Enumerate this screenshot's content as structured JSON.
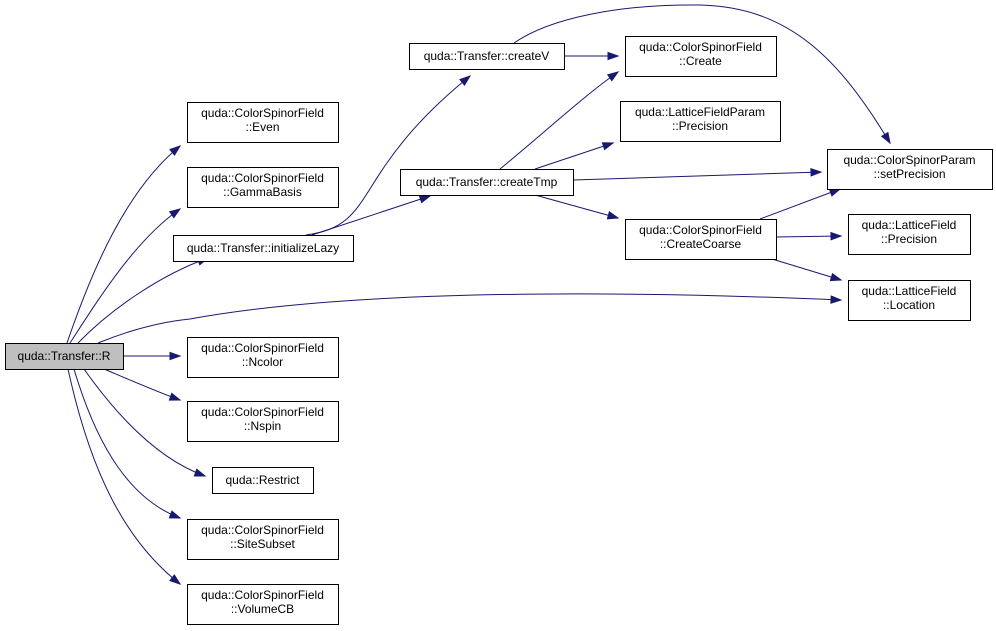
{
  "graph": {
    "nodes": {
      "root": {
        "lines": [
          "quda::Transfer::R"
        ]
      },
      "even": {
        "lines": [
          "quda::ColorSpinorField",
          "::Even"
        ]
      },
      "gamma": {
        "lines": [
          "quda::ColorSpinorField",
          "::GammaBasis"
        ]
      },
      "initLazy": {
        "lines": [
          "quda::Transfer::initializeLazy"
        ]
      },
      "ncolor": {
        "lines": [
          "quda::ColorSpinorField",
          "::Ncolor"
        ]
      },
      "nspin": {
        "lines": [
          "quda::ColorSpinorField",
          "::Nspin"
        ]
      },
      "restrict": {
        "lines": [
          "quda::Restrict"
        ]
      },
      "siteSubset": {
        "lines": [
          "quda::ColorSpinorField",
          "::SiteSubset"
        ]
      },
      "volumeCB": {
        "lines": [
          "quda::ColorSpinorField",
          "::VolumeCB"
        ]
      },
      "createV": {
        "lines": [
          "quda::Transfer::createV"
        ]
      },
      "createTmp": {
        "lines": [
          "quda::Transfer::createTmp"
        ]
      },
      "csfCreate": {
        "lines": [
          "quda::ColorSpinorField",
          "::Create"
        ]
      },
      "lfpPrecision": {
        "lines": [
          "quda::LatticeFieldParam",
          "::Precision"
        ]
      },
      "createCoarse": {
        "lines": [
          "quda::ColorSpinorField",
          "::CreateCoarse"
        ]
      },
      "setPrecision": {
        "lines": [
          "quda::ColorSpinorParam",
          "::setPrecision"
        ]
      },
      "lfPrecision": {
        "lines": [
          "quda::LatticeField",
          "::Precision"
        ]
      },
      "lfLocation": {
        "lines": [
          "quda::LatticeField",
          "::Location"
        ]
      }
    },
    "edges": [
      [
        "root",
        "even"
      ],
      [
        "root",
        "gamma"
      ],
      [
        "root",
        "initLazy"
      ],
      [
        "root",
        "lfLocation"
      ],
      [
        "root",
        "ncolor"
      ],
      [
        "root",
        "nspin"
      ],
      [
        "root",
        "restrict"
      ],
      [
        "root",
        "siteSubset"
      ],
      [
        "root",
        "volumeCB"
      ],
      [
        "initLazy",
        "createV"
      ],
      [
        "initLazy",
        "createTmp"
      ],
      [
        "createV",
        "csfCreate"
      ],
      [
        "createV",
        "setPrecision"
      ],
      [
        "createTmp",
        "csfCreate"
      ],
      [
        "createTmp",
        "lfpPrecision"
      ],
      [
        "createTmp",
        "setPrecision"
      ],
      [
        "createTmp",
        "createCoarse"
      ],
      [
        "createCoarse",
        "setPrecision"
      ],
      [
        "createCoarse",
        "lfPrecision"
      ],
      [
        "createCoarse",
        "lfLocation"
      ]
    ],
    "colors": {
      "edge": "#191970",
      "root_fill": "#bfbfbf",
      "node_stroke": "#000000"
    }
  }
}
